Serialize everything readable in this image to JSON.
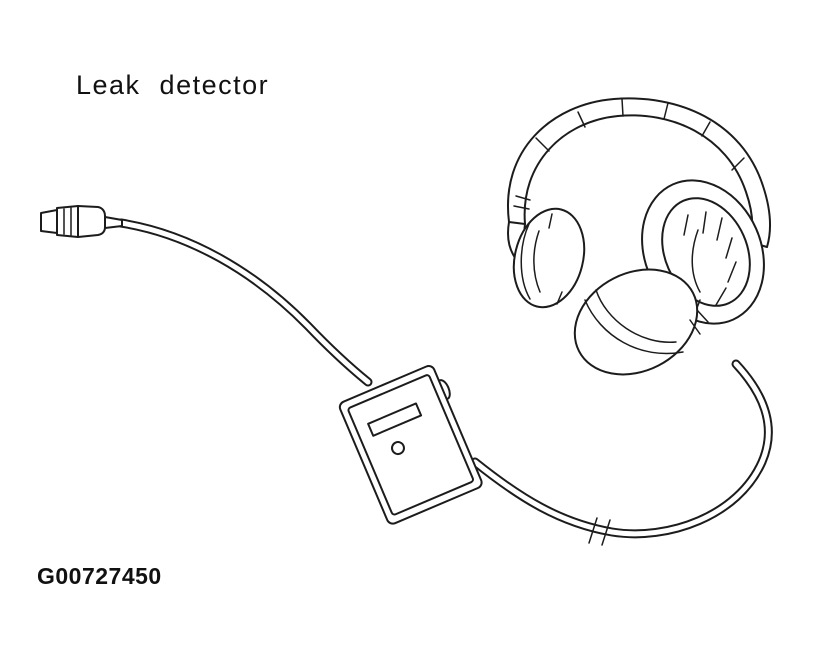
{
  "figure": {
    "title": "Leak detector",
    "id": "G00727450"
  },
  "illustration": {
    "parts": [
      "probe",
      "probe-cable",
      "detector-unit",
      "headphone-cable",
      "headphones"
    ]
  },
  "colors": {
    "background": "#ffffff",
    "line": "#1c1c1c"
  }
}
